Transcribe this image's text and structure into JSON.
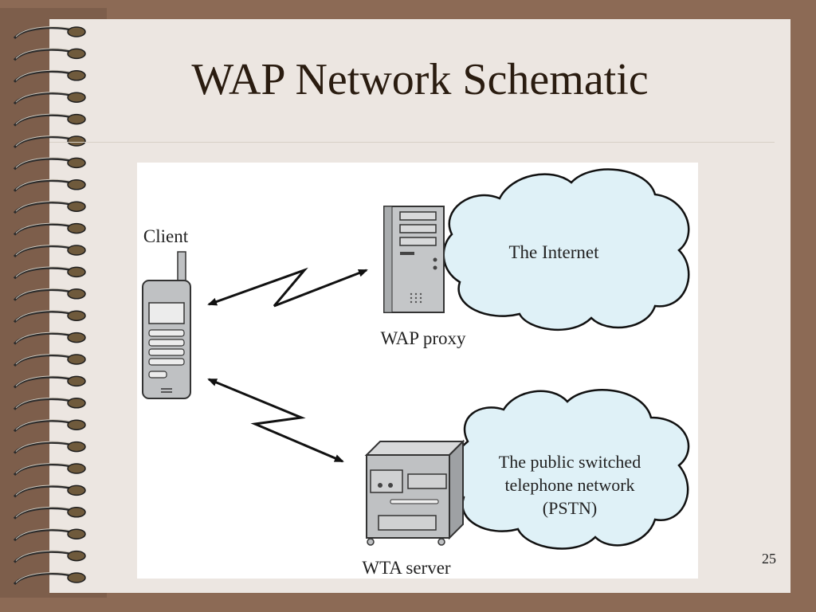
{
  "slide": {
    "title": "WAP Network Schematic",
    "page_number": "25"
  },
  "diagram": {
    "client_label": "Client",
    "proxy_label": "WAP proxy",
    "internet_label": "The Internet",
    "wta_label": "WTA server",
    "pstn_line1": "The public switched",
    "pstn_line2": "telephone network",
    "pstn_line3": "(PSTN)"
  },
  "colors": {
    "background": "#8c6a55",
    "page": "#ece6e1",
    "cloud_fill": "#dff1f7",
    "device_fill": "#bfc1c3"
  }
}
